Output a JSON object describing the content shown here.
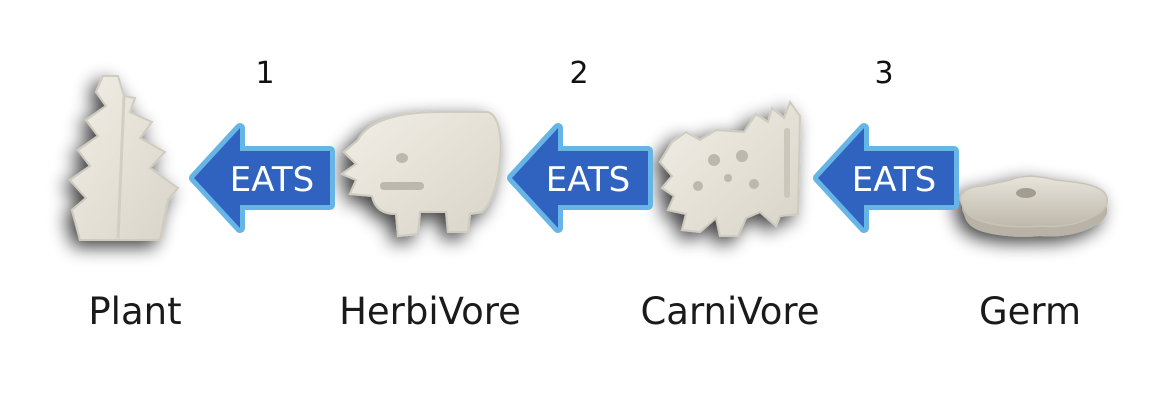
{
  "diagram": {
    "title": "",
    "nodes": [
      {
        "id": "plant",
        "label": "Plant",
        "icon": "tree-piece-icon"
      },
      {
        "id": "herbivore",
        "label": "HerbiVore",
        "icon": "herbivore-piece-icon"
      },
      {
        "id": "carnivore",
        "label": "CarniVore",
        "icon": "carnivore-piece-icon"
      },
      {
        "id": "germ",
        "label": "Germ",
        "icon": "germ-piece-icon"
      }
    ],
    "arrows": [
      {
        "step": "1",
        "label": "EATS",
        "from": "herbivore",
        "to": "plant"
      },
      {
        "step": "2",
        "label": "EATS",
        "from": "carnivore",
        "to": "herbivore"
      },
      {
        "step": "3",
        "label": "EATS",
        "from": "germ",
        "to": "carnivore"
      }
    ]
  },
  "colors": {
    "arrow_fill": "#2f63bf",
    "arrow_border": "#67b4e6",
    "piece_fill": "#e5e2d8",
    "piece_edge": "#cfcbbf",
    "label_text": "#1a1a1a"
  }
}
